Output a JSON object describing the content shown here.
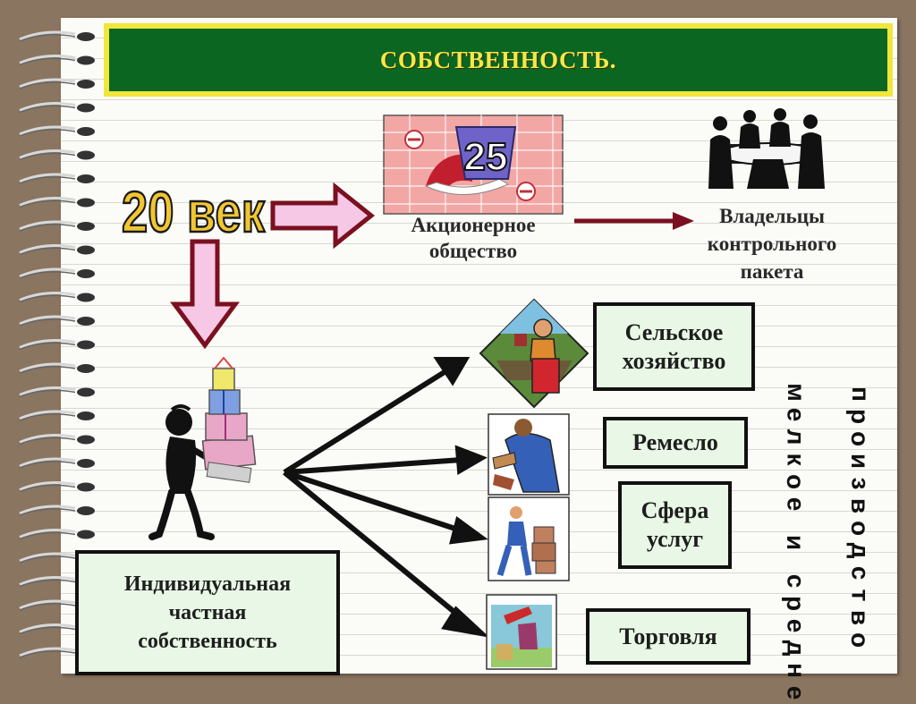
{
  "title": "СОБСТВЕННОСТЬ.",
  "century_label": "20 век",
  "joint_stock": {
    "line1": "Акционерное",
    "line2": "общество",
    "badge_number": "25"
  },
  "owners": {
    "line1": "Владельцы",
    "line2": "контрольного",
    "line3": "пакета"
  },
  "individual": {
    "line1": "Индивидуальная",
    "line2": "частная",
    "line3": "собственность"
  },
  "sectors": [
    {
      "line1": "Сельское",
      "line2": "хозяйство"
    },
    {
      "line1": "Ремесло",
      "line2": ""
    },
    {
      "line1": "Сфера",
      "line2": "услуг"
    },
    {
      "line1": "Торговля",
      "line2": ""
    }
  ],
  "vertical_label_1": "мелкое и средне",
  "vertical_label_2": "производство",
  "colors": {
    "title_bg": "#0b6622",
    "title_border": "#f1e63b",
    "title_text": "#f3e84a",
    "arrow_fill": "#f6c8e6",
    "arrow_stroke": "#7a1020",
    "century_text": "#f2c631",
    "box_bg": "#e9f8e6",
    "dark_arrow": "#111111",
    "owners_arrow": "#7a1020"
  },
  "icons": [
    "notebook-ring-icon",
    "share-certificate-icon",
    "meeting-people-icon",
    "farmer-tractor-icon",
    "craftsman-icon",
    "delivery-worker-icon",
    "trade-worker-icon",
    "person-carrying-gifts-icon"
  ]
}
